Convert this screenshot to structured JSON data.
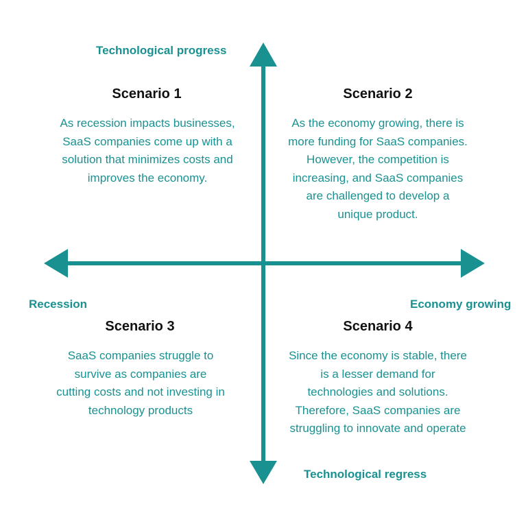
{
  "colors": {
    "accent": "#1a9191",
    "title": "#111111",
    "background": "#ffffff"
  },
  "axes": {
    "top": "Technological progress",
    "bottom": "Technological regress",
    "left": "Recession",
    "right": "Economy growing"
  },
  "scenarios": [
    {
      "title": "Scenario 1",
      "text": "As recession impacts businesses, SaaS companies come up with a solution that minimizes costs and improves the economy."
    },
    {
      "title": "Scenario 2",
      "text": "As the economy growing, there is more funding for SaaS companies. However, the competition is increasing, and SaaS companies are challenged to develop a unique product."
    },
    {
      "title": "Scenario 3",
      "text": "SaaS companies struggle to survive as companies are cutting costs and not investing in technology products"
    },
    {
      "title": "Scenario 4",
      "text": "Since the economy is stable, there is a lesser demand for technologies and solutions. Therefore, SaaS companies are struggling to innovate and operate"
    }
  ]
}
